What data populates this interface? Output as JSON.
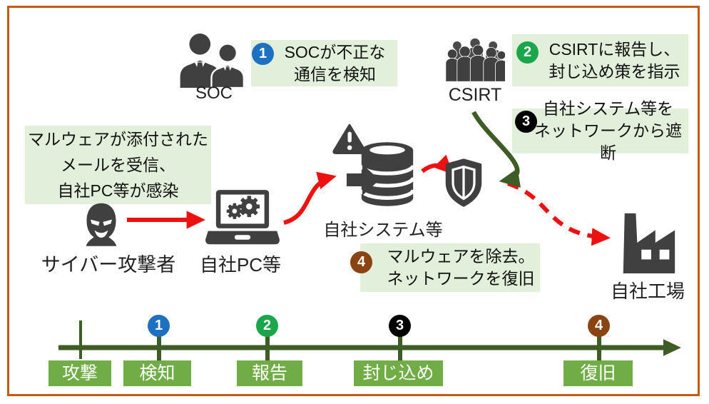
{
  "title_context": "incident-response-flow-diagram",
  "colors": {
    "frame_border": "#C55A11",
    "callout_bg": "#E2EFDA",
    "timeline_green": "#70AD47",
    "dark_green": "#3E5C26",
    "red": "#EE1111",
    "icon_gray": "#404040",
    "step1_blue": "#1E70C1",
    "step2_green": "#1CA64B",
    "step3_black": "#000000",
    "step4_brown": "#8A4413"
  },
  "actors": {
    "soc": {
      "label": "SOC"
    },
    "csirt": {
      "label": "CSIRT"
    },
    "attacker": {
      "label": "サイバー攻撃者"
    },
    "pc": {
      "label": "自社PC等"
    },
    "system": {
      "label": "自社システム等"
    },
    "factory": {
      "label": "自社工場"
    }
  },
  "incident_note": {
    "lines": [
      "マルウェアが添付された",
      "メールを受信、",
      "自社PC等が感染"
    ]
  },
  "callouts": [
    {
      "num": "1",
      "color": "#1E70C1",
      "lines": [
        "SOCが不正な",
        "通信を検知"
      ]
    },
    {
      "num": "2",
      "color": "#1CA64B",
      "lines": [
        "CSIRTに報告し、",
        "封じ込め策を指示"
      ]
    },
    {
      "num": "3",
      "color": "#000000",
      "lines": [
        "自社システム等を",
        "ネットワークから遮断"
      ]
    },
    {
      "num": "4",
      "color": "#8A4413",
      "lines": [
        "マルウェアを除去。",
        "ネットワークを復旧"
      ]
    }
  ],
  "timeline": {
    "milestones": [
      {
        "label": "攻撃",
        "num": ""
      },
      {
        "label": "検知",
        "num": "1",
        "color": "#1E70C1"
      },
      {
        "label": "報告",
        "num": "2",
        "color": "#1CA64B"
      },
      {
        "label": "封じ込め",
        "num": "3",
        "color": "#000000"
      },
      {
        "label": "復旧",
        "num": "4",
        "color": "#8A4413"
      }
    ]
  }
}
